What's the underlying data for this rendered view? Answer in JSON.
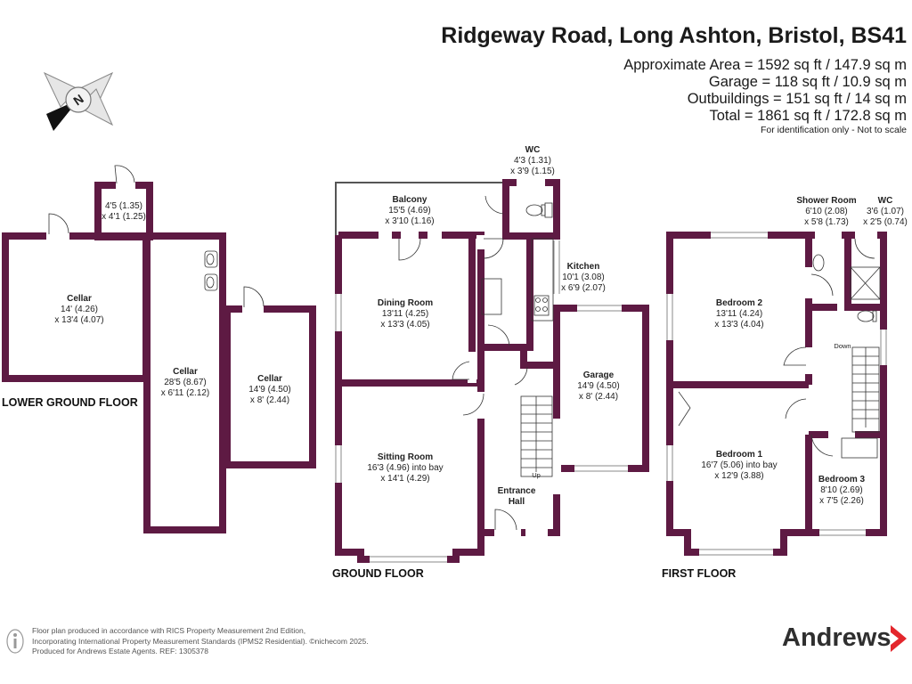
{
  "header": {
    "title": "Ridgeway Road, Long Ashton, Bristol, BS41",
    "approx_area": "Approximate Area = 1592 sq ft / 147.9 sq m",
    "garage_area": "Garage = 118 sq ft / 10.9 sq m",
    "outbuildings_area": "Outbuildings = 151 sq ft / 14 sq m",
    "total_area": "Total = 1861 sq ft / 172.8 sq m",
    "note": "For identification only - Not to scale"
  },
  "compass": {
    "letter": "N",
    "icon": "compass-rose-icon"
  },
  "floors": {
    "lower_ground": "LOWER GROUND FLOOR",
    "ground": "GROUND FLOOR",
    "first": "FIRST FLOOR"
  },
  "rooms": {
    "cellar_store": {
      "d1": "4'5 (1.35)",
      "d2": "x 4'1 (1.25)"
    },
    "cellar_1": {
      "name": "Cellar",
      "d1": "14' (4.26)",
      "d2": "x 13'4 (4.07)"
    },
    "cellar_2": {
      "name": "Cellar",
      "d1": "28'5 (8.67)",
      "d2": "x 6'11 (2.12)"
    },
    "cellar_3": {
      "name": "Cellar",
      "d1": "14'9 (4.50)",
      "d2": "x 8' (2.44)"
    },
    "wc_ground": {
      "name": "WC",
      "d1": "4'3 (1.31)",
      "d2": "x 3'9 (1.15)"
    },
    "balcony": {
      "name": "Balcony",
      "d1": "15'5 (4.69)",
      "d2": "x 3'10 (1.16)"
    },
    "kitchen": {
      "name": "Kitchen",
      "d1": "10'1 (3.08)",
      "d2": "x 6'9 (2.07)"
    },
    "dining": {
      "name": "Dining Room",
      "d1": "13'11 (4.25)",
      "d2": "x 13'3 (4.05)"
    },
    "garage": {
      "name": "Garage",
      "d1": "14'9 (4.50)",
      "d2": "x 8' (2.44)"
    },
    "sitting": {
      "name": "Sitting Room",
      "d1": "16'3 (4.96) into bay",
      "d2": "x 14'1 (4.29)"
    },
    "hall": {
      "name1": "Entrance",
      "name2": "Hall"
    },
    "shower": {
      "name": "Shower Room",
      "d1": "6'10 (2.08)",
      "d2": "x 5'8 (1.73)"
    },
    "wc_first": {
      "name": "WC",
      "d1": "3'6 (1.07)",
      "d2": "x 2'5 (0.74)"
    },
    "bedroom2": {
      "name": "Bedroom 2",
      "d1": "13'11 (4.24)",
      "d2": "x 13'3 (4.04)"
    },
    "bedroom1": {
      "name": "Bedroom 1",
      "d1": "16'7 (5.06) into bay",
      "d2": "x 12'9 (3.88)"
    },
    "bedroom3": {
      "name": "Bedroom 3",
      "d1": "8'10 (2.69)",
      "d2": "x 7'5 (2.26)"
    }
  },
  "stairs": {
    "up": "Up",
    "down": "Down"
  },
  "footer": {
    "line1": "Floor plan produced in accordance with RICS Property Measurement 2nd Edition,",
    "line2": "Incorporating International Property Measurement Standards (IPMS2 Residential). ©nichecom 2025.",
    "line3": "Produced for Andrews Estate Agents.   REF: 1305378"
  },
  "brand": {
    "name": "Andrews",
    "color": "#e3262c"
  },
  "colors": {
    "wall": "#5e1a43"
  }
}
